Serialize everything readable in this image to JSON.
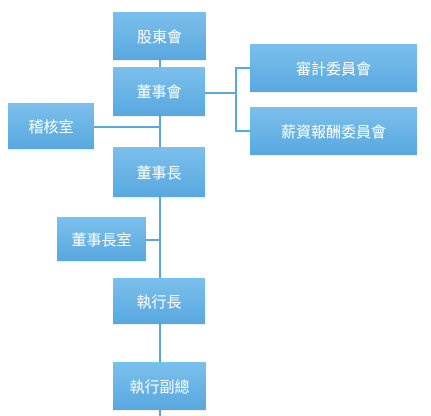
{
  "org_chart": {
    "nodes": {
      "shareholders": "股東會",
      "board": "董事會",
      "audit_committee": "審計委員會",
      "compensation_committee": "薪資報酬委員會",
      "audit_office": "稽核室",
      "chairman": "董事長",
      "chairman_office": "董事長室",
      "ceo": "執行長",
      "evp": "執行副總"
    },
    "colors": {
      "box_top": "#7cc0ec",
      "box_bottom": "#58a8df",
      "connector": "#5aa9de",
      "text": "#ffffff"
    }
  }
}
